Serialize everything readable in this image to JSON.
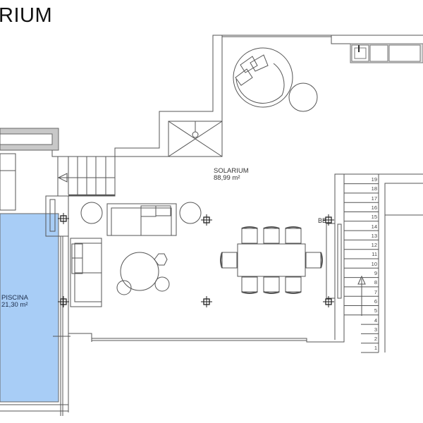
{
  "title": "RIUM",
  "rooms": {
    "solarium": {
      "name": "SOLARIUM",
      "area": "88,99 m²"
    },
    "piscina": {
      "name": "PISCINA",
      "area": "21,30 m²"
    }
  },
  "bbq_label": "BB",
  "stair_steps": [
    "19",
    "18",
    "17",
    "16",
    "15",
    "14",
    "13",
    "12",
    "11",
    "10",
    "9",
    "8",
    "7",
    "6",
    "5",
    "4",
    "3",
    "2",
    "1"
  ],
  "colors": {
    "pool": "#a8cdf6",
    "line": "#555555",
    "wall_fill": "#c8c8c8"
  }
}
